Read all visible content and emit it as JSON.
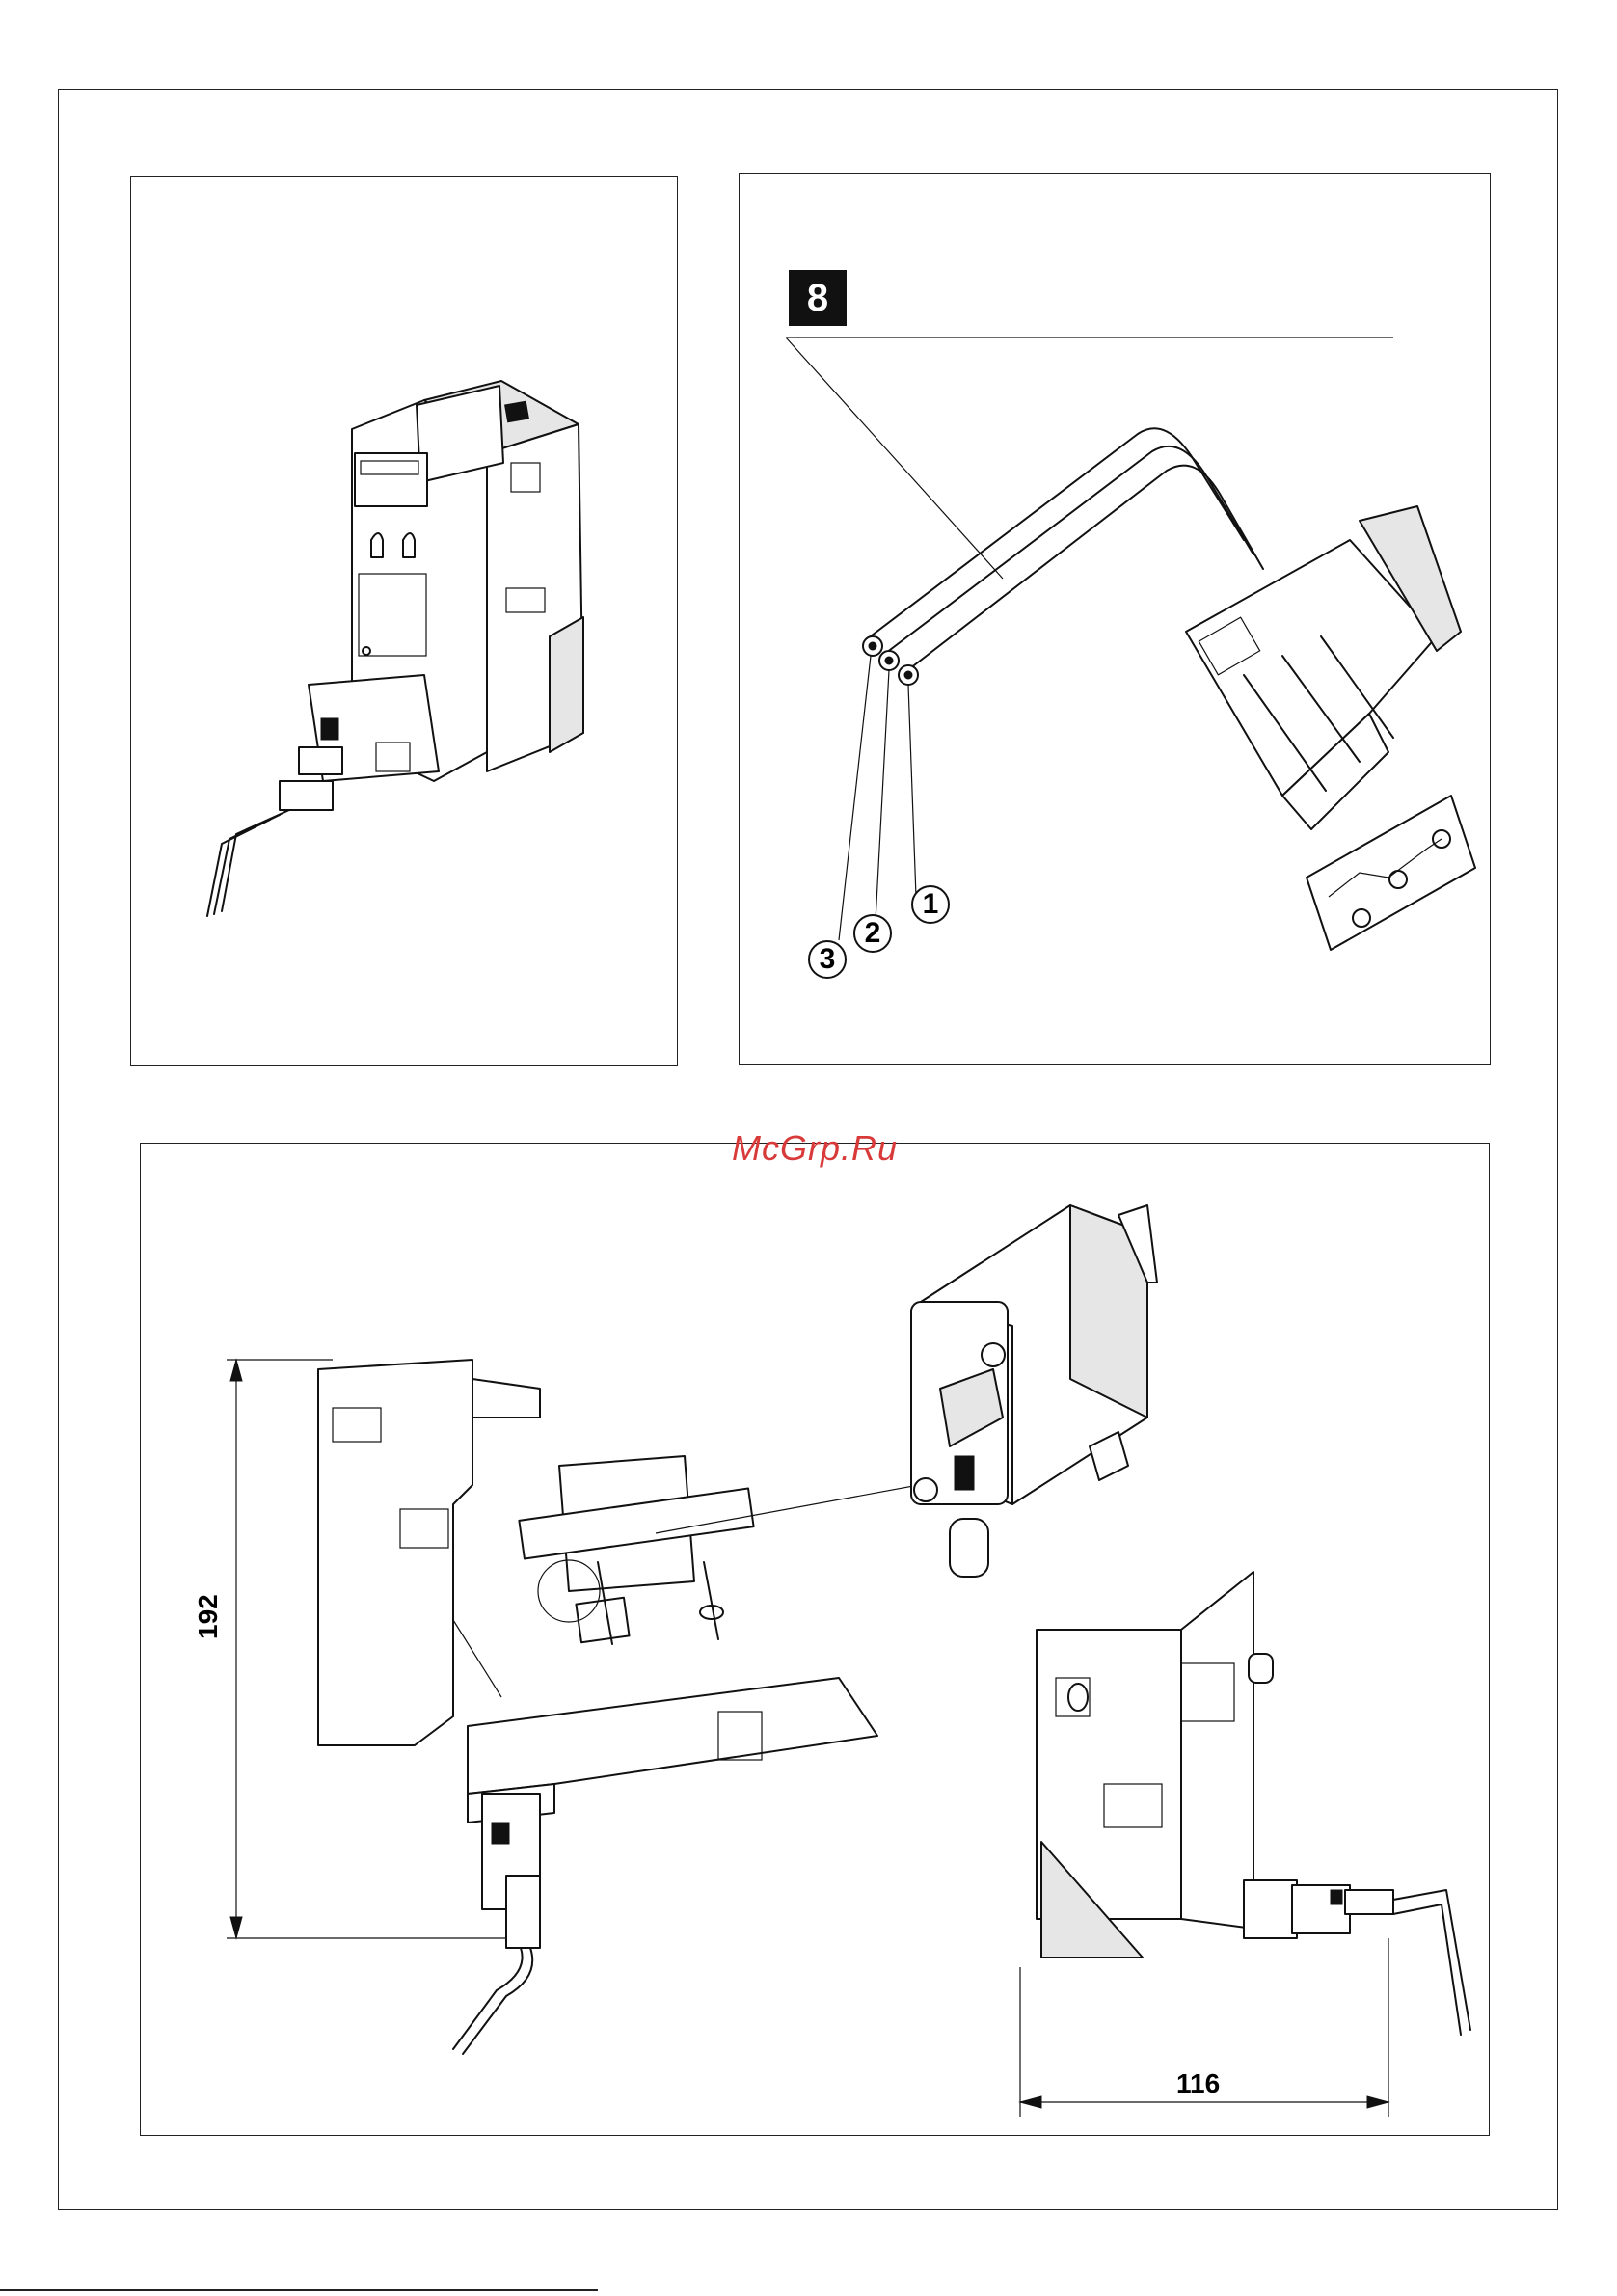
{
  "panel_top_right": {
    "step_number": "8",
    "wire_callouts": [
      "1",
      "2",
      "3"
    ]
  },
  "watermark": "McGrp.Ru",
  "dimensions": {
    "height_value": "192",
    "depth_value": "116"
  },
  "icons": {
    "wire-callout-icon": "circled-digit",
    "pin-diagram-icon": "connector-pinout"
  }
}
